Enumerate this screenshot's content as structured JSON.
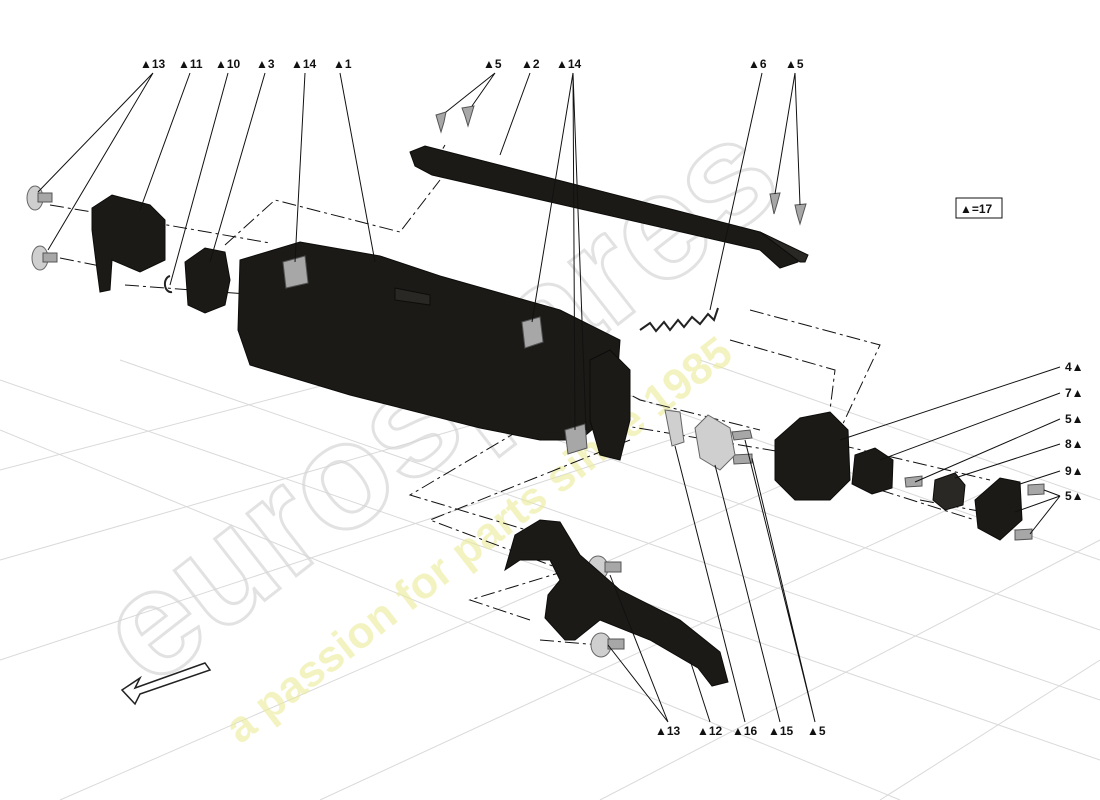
{
  "callouts": {
    "c13a": "▲13",
    "c11": "▲11",
    "c10": "▲10",
    "c3": "▲3",
    "c14a": "▲14",
    "c1": "▲1",
    "c5a": "▲5",
    "c2": "▲2",
    "c14b": "▲14",
    "c6": "▲6",
    "c5b": "▲5",
    "c4": "4▲",
    "c7": "7▲",
    "c5c": "5▲",
    "c8": "8▲",
    "c9": "9▲",
    "c5d": "5▲",
    "c13b": "▲13",
    "c12": "▲12",
    "c16": "▲16",
    "c15": "▲15",
    "c5e": "▲5"
  },
  "legend": {
    "text": "▲=17"
  },
  "watermark": {
    "brand": "eurospares",
    "tagline": "a passion for parts since 1985"
  },
  "colors": {
    "part": "#1b1a17",
    "metal": "#a7a7a7",
    "grid": "#d9d9d9"
  }
}
